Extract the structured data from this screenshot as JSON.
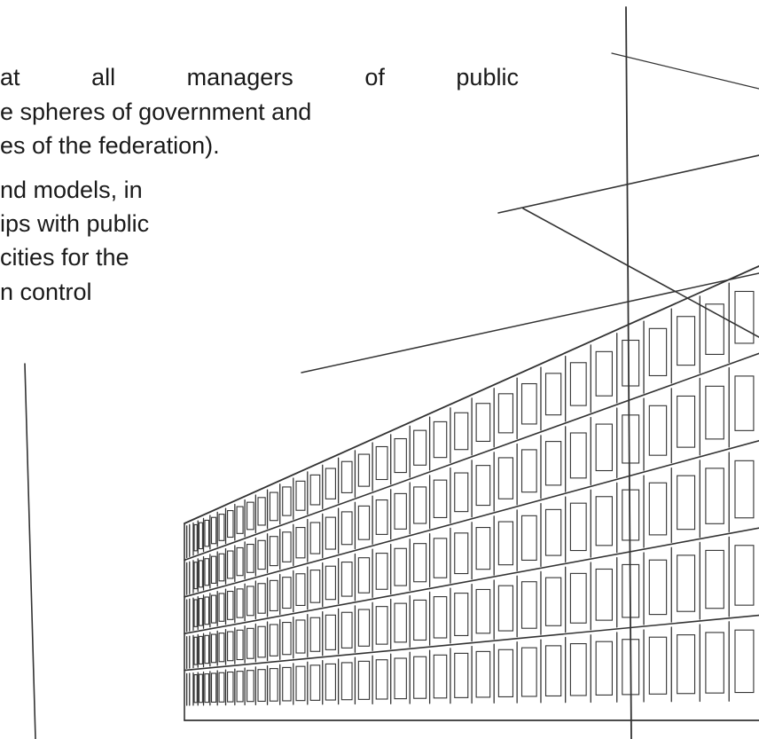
{
  "document": {
    "paragraph_1": {
      "line_1_words": [
        "at",
        "all",
        "managers",
        "of",
        "public"
      ],
      "line_2": "e spheres of government and",
      "line_3": "es of the federation)."
    },
    "paragraph_2": {
      "line_1": "nd models, in",
      "line_2": "ips with public",
      "line_3": "cities for the",
      "line_4": "n control"
    }
  },
  "illustration": {
    "name": "building line drawing",
    "stroke_color": "#333333",
    "background_color": "#ffffff"
  }
}
